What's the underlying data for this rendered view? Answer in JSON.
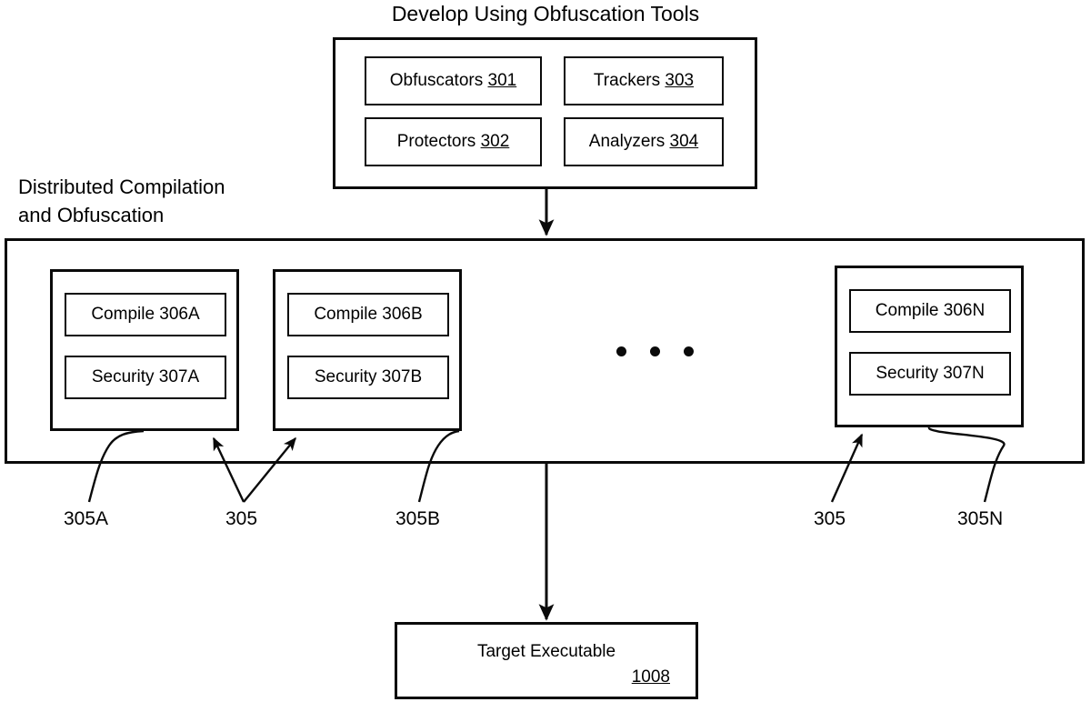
{
  "figure": {
    "title": "Develop Using Obfuscation Tools",
    "section_title": "Distributed Compilation\nand Obfuscation"
  },
  "tools_panel": {
    "items": [
      {
        "name": "Obfuscators",
        "ref": "301"
      },
      {
        "name": "Trackers",
        "ref": "303"
      },
      {
        "name": "Protectors",
        "ref": "302"
      },
      {
        "name": "Analyzers",
        "ref": "304"
      }
    ]
  },
  "nodes": [
    {
      "id": "node-a",
      "compile_label": "Compile 306A",
      "security_label": "Security 307A"
    },
    {
      "id": "node-b",
      "compile_label": "Compile 306B",
      "security_label": "Security 307B"
    },
    {
      "id": "node-n",
      "compile_label": "Compile 306N",
      "security_label": "Security 307N"
    }
  ],
  "ellipsis": "• • •",
  "callouts": [
    {
      "id": "callout-305a",
      "label": "305A"
    },
    {
      "id": "callout-305-left",
      "label": "305"
    },
    {
      "id": "callout-305b",
      "label": "305B"
    },
    {
      "id": "callout-305-right",
      "label": "305"
    },
    {
      "id": "callout-305n",
      "label": "305N"
    }
  ],
  "target": {
    "title": "Target Executable",
    "ref": "1008"
  },
  "colors": {
    "stroke": "#0a0a0a",
    "background": "#ffffff"
  }
}
